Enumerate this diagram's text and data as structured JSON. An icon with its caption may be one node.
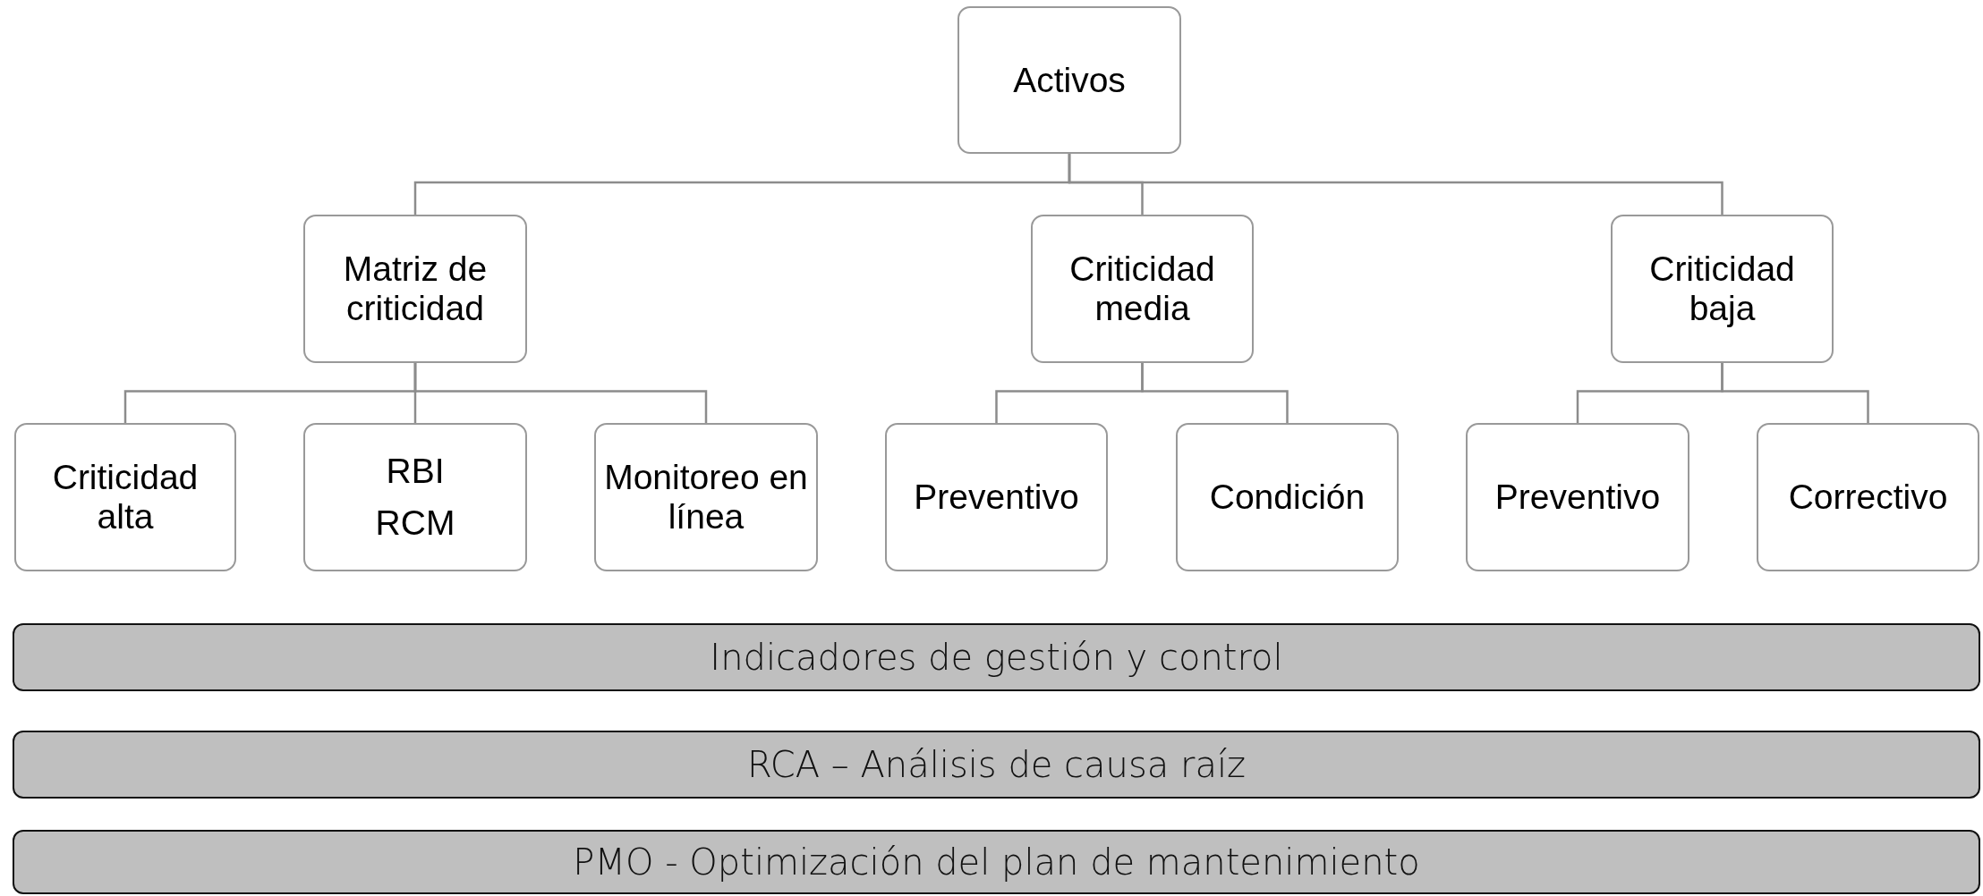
{
  "diagram": {
    "nodes": [
      {
        "text": [
          "Activos"
        ]
      },
      {
        "text": [
          "Matriz de criticidad"
        ]
      },
      {
        "text": [
          "Criticidad media"
        ]
      },
      {
        "text": [
          "Criticidad baja"
        ]
      },
      {
        "text": [
          "Criticidad alta"
        ]
      },
      {
        "text": [
          "RBI",
          "RCM"
        ]
      },
      {
        "text": [
          "Monitoreo en línea"
        ]
      },
      {
        "text": [
          "Preventivo"
        ]
      },
      {
        "text": [
          "Condición"
        ]
      },
      {
        "text": [
          "Preventivo"
        ]
      },
      {
        "text": [
          "Correctivo"
        ]
      },
      {
        "text": [
          "Indicadores de gestión y control"
        ]
      },
      {
        "text": [
          "RCA – Análisis de causa raíz"
        ]
      },
      {
        "text": [
          "PMO - Optimización del plan de mantenimiento"
        ]
      }
    ],
    "edges": [
      {
        "from": 0,
        "to": 1,
        "arrow": "none"
      },
      {
        "from": 0,
        "to": 2,
        "arrow": "none"
      },
      {
        "from": 0,
        "to": 3,
        "arrow": "none"
      },
      {
        "from": 1,
        "to": 4,
        "arrow": "none"
      },
      {
        "from": 1,
        "to": 5,
        "arrow": "none"
      },
      {
        "from": 1,
        "to": 6,
        "arrow": "none"
      },
      {
        "from": 2,
        "to": 7,
        "arrow": "none"
      },
      {
        "from": 2,
        "to": 8,
        "arrow": "none"
      },
      {
        "from": 3,
        "to": 9,
        "arrow": "none"
      },
      {
        "from": 3,
        "to": 10,
        "arrow": "none"
      }
    ]
  }
}
